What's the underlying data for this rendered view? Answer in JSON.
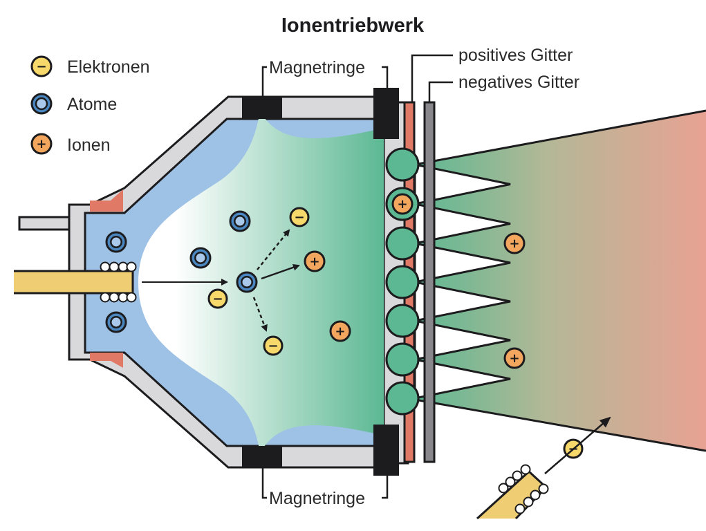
{
  "title": "Ionentriebwerk",
  "legend": [
    {
      "label": "Elektronen",
      "symbol": "−",
      "kind": "electron"
    },
    {
      "label": "Atome",
      "symbol": "",
      "kind": "atom"
    },
    {
      "label": "Ionen",
      "symbol": "+",
      "kind": "ion"
    }
  ],
  "labels": {
    "magnet_top": "Magnetringe",
    "magnet_bottom": "Magnetringe",
    "positive_grid": "positives Gitter",
    "negative_grid": "negatives Gitter"
  },
  "symbols": {
    "electron": "−",
    "ion": "+"
  },
  "colors": {
    "electron": "#f7d86a",
    "atom_outer": "#4a86bf",
    "atom_inner": "#a9c8ea",
    "ion": "#f2a65e",
    "chamber_blue": "#9ec1e6",
    "plasma_green": "#5cb893",
    "housing_gray": "#d9d9dc",
    "magnet_black": "#1c1c1e",
    "positive_grid": "#e07a66",
    "negative_grid": "#8a878c",
    "feed_rod": "#efcd72",
    "exhaust_end": "#e8a293",
    "outline": "#1c1c1e"
  }
}
